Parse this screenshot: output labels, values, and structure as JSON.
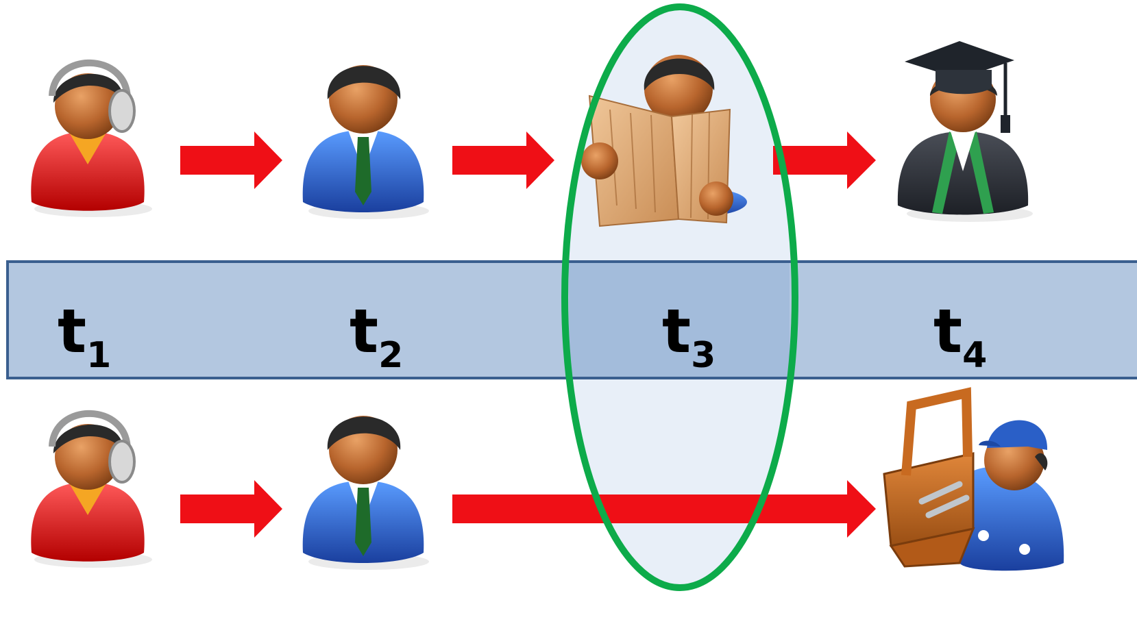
{
  "timeline": {
    "labels": [
      {
        "base": "t",
        "sub": "1"
      },
      {
        "base": "t",
        "sub": "2"
      },
      {
        "base": "t",
        "sub": "3"
      },
      {
        "base": "t",
        "sub": "4"
      }
    ]
  },
  "rows": [
    {
      "name": "top-sequence",
      "persons": [
        "music-listener-icon",
        "businessman-icon",
        "newspaper-reader-icon",
        "graduate-icon"
      ]
    },
    {
      "name": "bottom-sequence",
      "persons": [
        "music-listener-icon",
        "businessman-icon",
        "technician-toolbox-icon"
      ]
    }
  ],
  "highlight": {
    "time_index": 3
  },
  "colors": {
    "band_fill": "#b3c7e0",
    "band_stroke": "#3a5f8f",
    "arrow": "#ef0f16",
    "highlight_ring": "#0dab4a",
    "highlight_fill": "#e8eff8"
  }
}
